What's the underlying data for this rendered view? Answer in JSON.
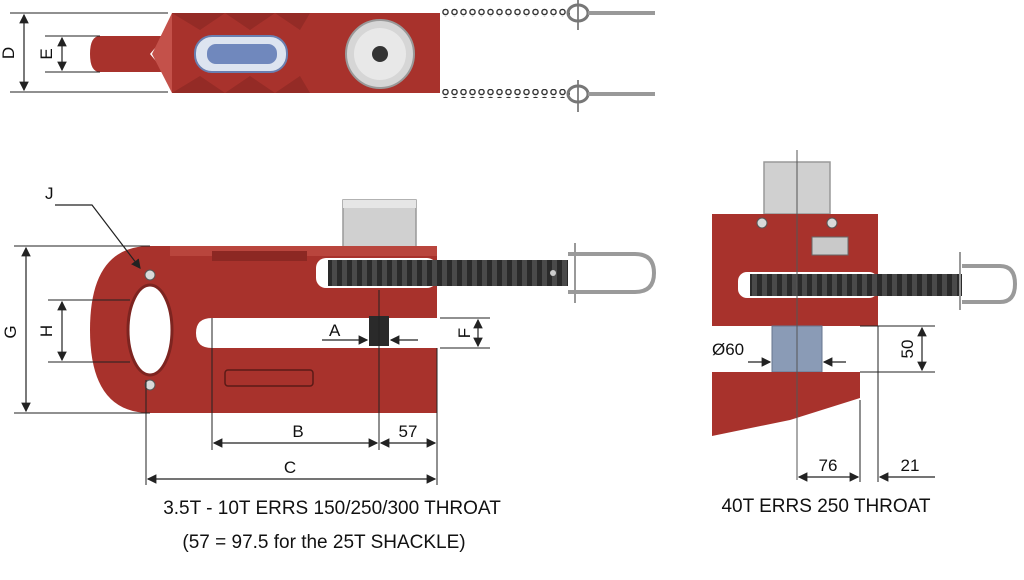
{
  "colors": {
    "body": "#a8322c",
    "body_dark": "#7d2420",
    "body_light": "#c4514a",
    "rack": "#2a2a2a",
    "steel": "#b8b8b8",
    "pin": "#8a9bb6",
    "line": "#222222"
  },
  "labels": {
    "D": "D",
    "E": "E",
    "G": "G",
    "H": "H",
    "J": "J",
    "A": "A",
    "F": "F",
    "B": "B",
    "C": "C",
    "dim57": "57",
    "dia60": "Ø60",
    "dim50": "50",
    "dim76": "76",
    "dim21": "21"
  },
  "captions": {
    "left_title": "3.5T - 10T ERRS 150/250/300 THROAT",
    "left_note": "(57 = 97.5 for the 25T SHACKLE)",
    "right_title": "40T ERRS 250 THROAT"
  }
}
